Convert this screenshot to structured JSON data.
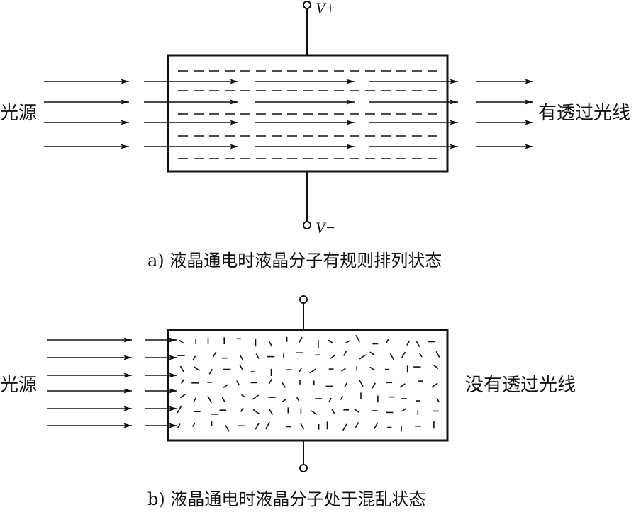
{
  "diagram_a": {
    "source_label": "光源",
    "output_label": "有透过光线",
    "terminal_top": "V+",
    "terminal_bottom": "V−",
    "caption": "a) 液晶通电时液晶分子有规则排列状态"
  },
  "diagram_b": {
    "source_label": "光源",
    "output_label": "没有透过光线",
    "caption": "b) 液晶通电时液晶分子处于混乱状态"
  },
  "colors": {
    "stroke": "#111111",
    "background": "#ffffff"
  }
}
